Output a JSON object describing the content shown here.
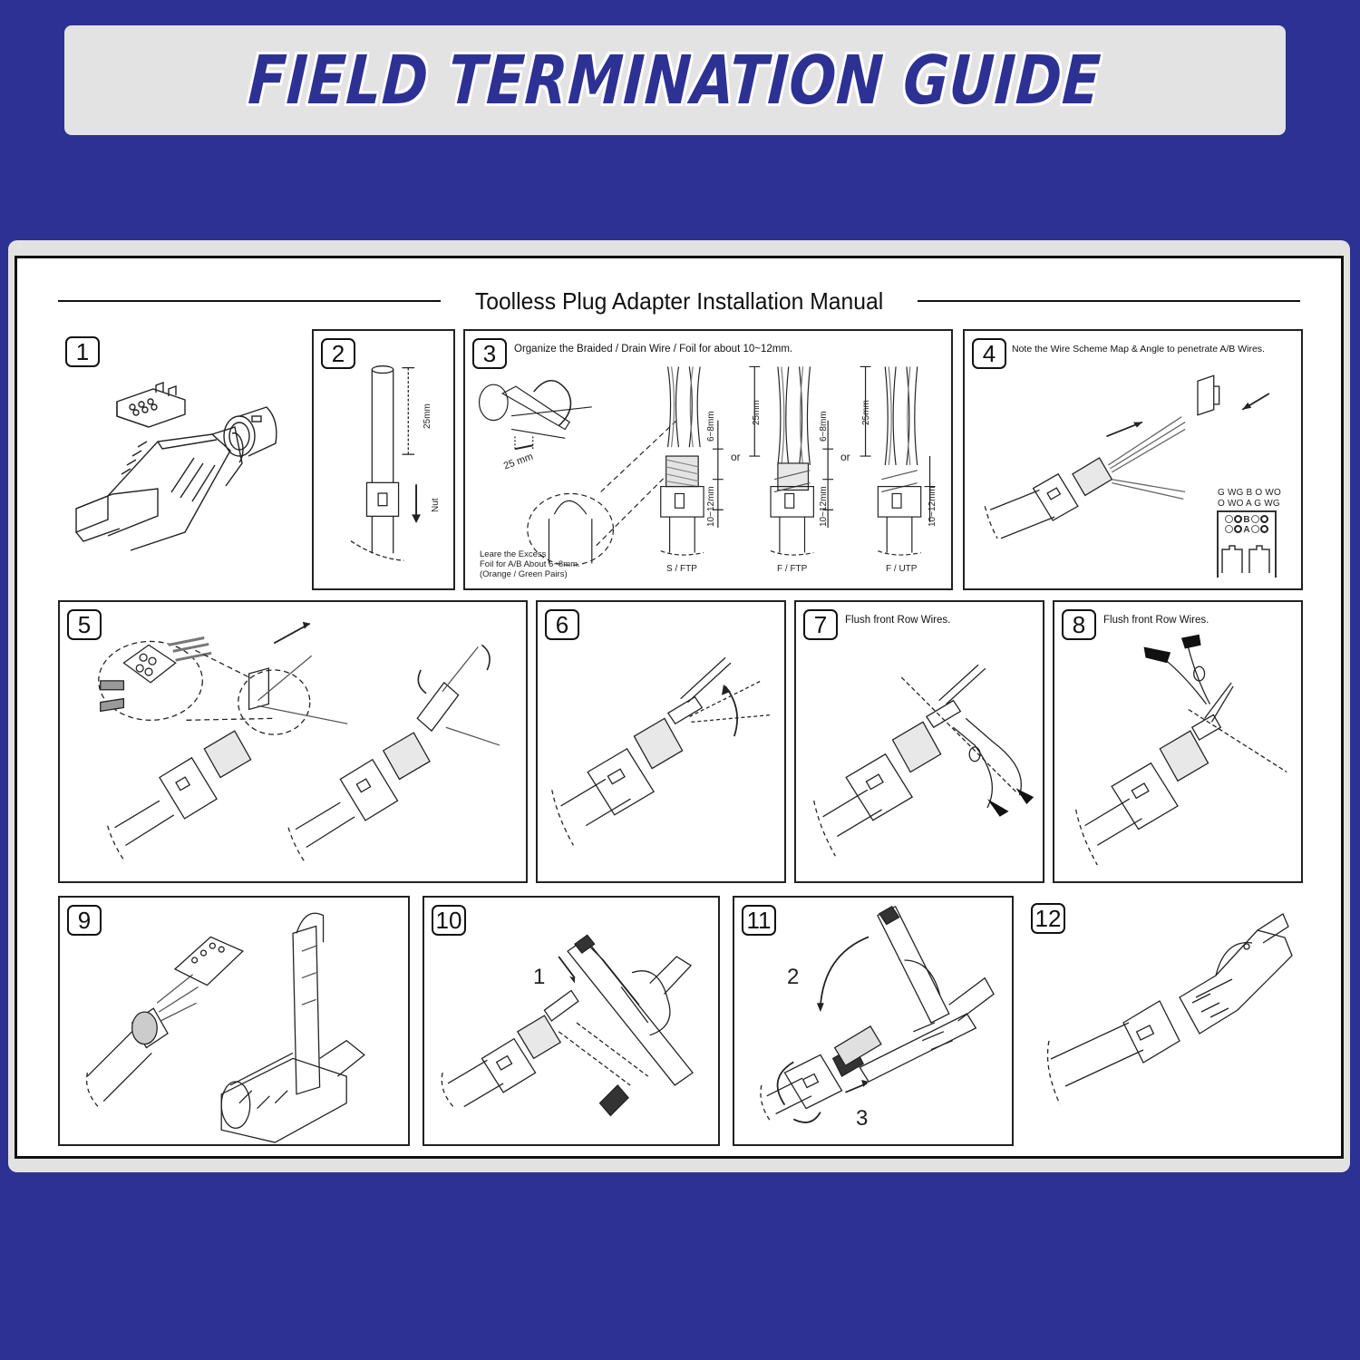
{
  "banner": {
    "title": "FIELD TERMINATION GUIDE"
  },
  "manual": {
    "title": "Toolless Plug Adapter Installation Manual",
    "steps": [
      {
        "number": "1",
        "caption": "",
        "illustration": "exploded-plug-parts"
      },
      {
        "number": "2",
        "caption": "",
        "illustration": "cable-strip-and-nut",
        "labels": {
          "length": "25mm",
          "nut": "Nut"
        }
      },
      {
        "number": "3",
        "caption": "Organize the Braided / Drain Wire / Foil for about 10~12mm.",
        "illustration": "shield-organization",
        "labels": {
          "stripper_length": "25 mm",
          "note_lines": [
            "Leare the Excess",
            "Foil for A/B About 6~8mm.",
            "(Orange / Green Pairs)"
          ],
          "dim_25": "25mm",
          "dim_6_8": "6~8mm",
          "dim_10_12": "10~12mm",
          "or": "or",
          "cable_types": [
            "S / FTP",
            "F / FTP",
            "F / UTP"
          ]
        }
      },
      {
        "number": "4",
        "caption": "Note the Wire Scheme Map & Angle to penetrate A/B Wires.",
        "illustration": "wire-insertion",
        "labels": {
          "scheme_row_1": "G WG B O WO",
          "scheme_row_2": "O WO A G WG",
          "pin_b": "B",
          "pin_a": "A"
        }
      },
      {
        "number": "5",
        "caption": "",
        "illustration": "load-wire-manager"
      },
      {
        "number": "6",
        "caption": "",
        "illustration": "fold-wires"
      },
      {
        "number": "7",
        "caption": "Flush front Row Wires.",
        "illustration": "cut-front-wires"
      },
      {
        "number": "8",
        "caption": "Flush front Row Wires.",
        "illustration": "cut-rear-wires"
      },
      {
        "number": "9",
        "caption": "",
        "illustration": "insert-into-housing"
      },
      {
        "number": "10",
        "caption": "",
        "illustration": "close-housing",
        "labels": {
          "sub": "1"
        }
      },
      {
        "number": "11",
        "caption": "",
        "illustration": "lock-and-tighten",
        "labels": {
          "sub_2": "2",
          "sub_3": "3"
        }
      },
      {
        "number": "12",
        "caption": "",
        "illustration": "finished-plug"
      }
    ]
  },
  "colors": {
    "background": "#2d3194",
    "banner_bg": "#e3e3e3",
    "sheet_bg": "#e2e2e2",
    "ink": "#111111"
  }
}
